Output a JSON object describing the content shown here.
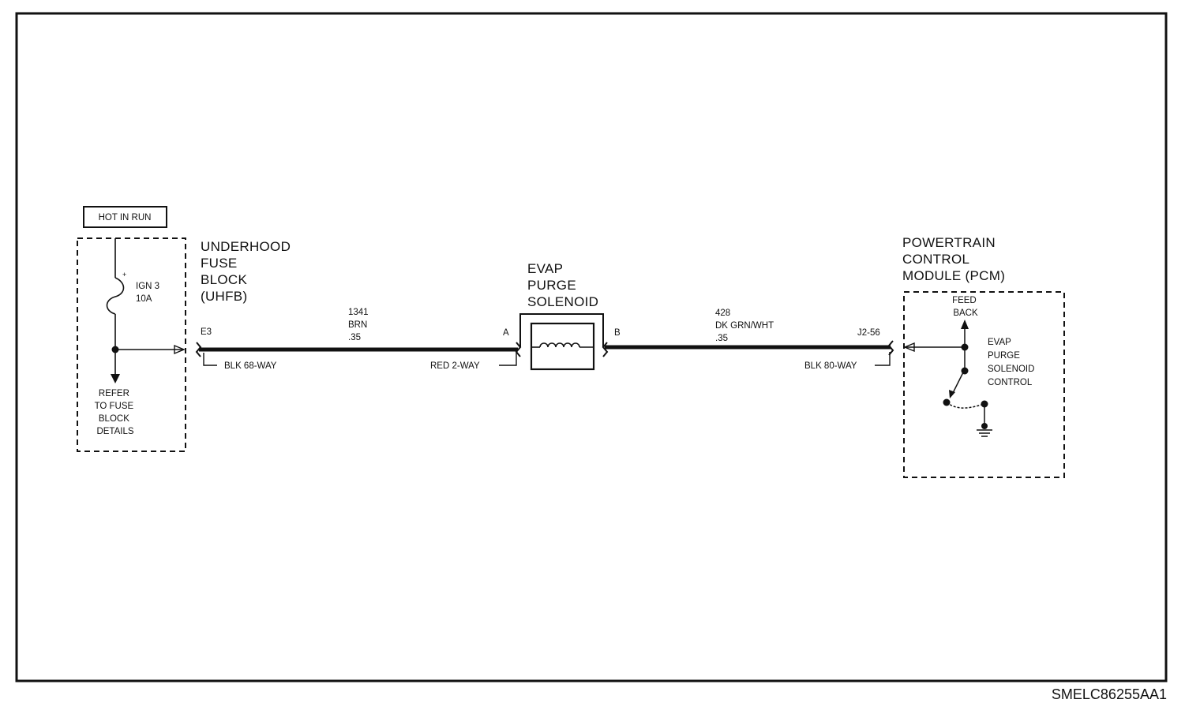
{
  "diagram": {
    "id_code": "SMELC86255AA1",
    "hot_in_run": "HOT IN RUN",
    "fuse_block": {
      "name_lines": [
        "UNDERHOOD",
        "FUSE",
        "BLOCK",
        "(UHFB)"
      ],
      "fuse_lines": [
        "IGN 3",
        "10A"
      ],
      "refer_lines": [
        "REFER",
        "TO FUSE",
        "BLOCK",
        "DETAILS"
      ],
      "terminal": "E3",
      "connector": "BLK 68-WAY"
    },
    "wire_1": {
      "lines": [
        "1341",
        "BRN",
        ".35"
      ]
    },
    "solenoid": {
      "name_lines": [
        "EVAP",
        "PURGE",
        "SOLENOID"
      ],
      "terminal_a": "A",
      "terminal_b": "B",
      "connector": "RED 2-WAY"
    },
    "wire_2": {
      "lines": [
        "428",
        "DK GRN/WHT",
        ".35"
      ]
    },
    "pcm": {
      "name_lines": [
        "POWERTRAIN",
        "CONTROL",
        "MODULE (PCM)"
      ],
      "terminal": "J2-56",
      "connector": "BLK 80-WAY",
      "feedback_lines": [
        "FEED",
        "BACK"
      ],
      "control_lines": [
        "EVAP",
        "PURGE",
        "SOLENOID",
        "CONTROL"
      ]
    }
  }
}
